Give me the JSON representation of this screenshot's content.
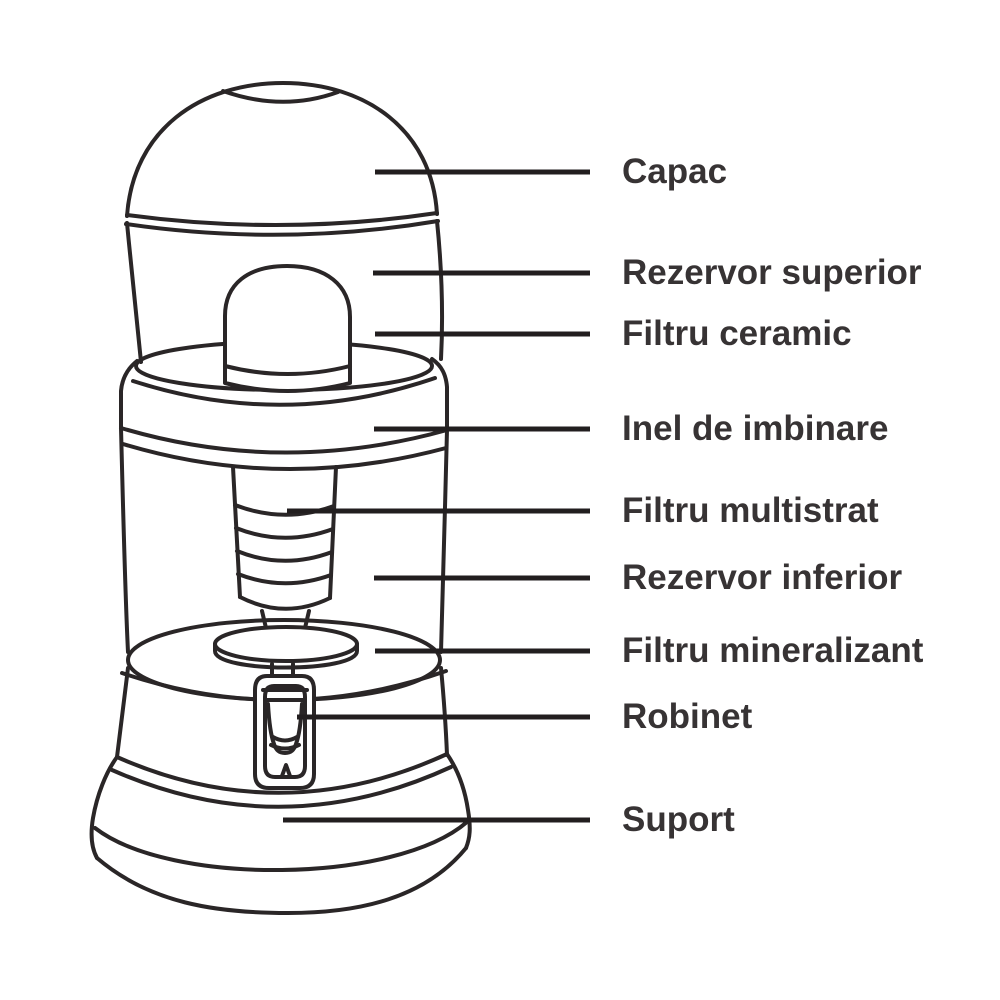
{
  "diagram": {
    "background": "#ffffff",
    "line_color": "#2a2627",
    "leader_color": "#221e1f",
    "text_color": "#373334",
    "labels": [
      {
        "id": "capac",
        "text": "Capac"
      },
      {
        "id": "rezervor-superior",
        "text": "Rezervor superior"
      },
      {
        "id": "filtru-ceramic",
        "text": "Filtru ceramic"
      },
      {
        "id": "inel-de-imbinare",
        "text": "Inel de imbinare"
      },
      {
        "id": "filtru-multistrat",
        "text": "Filtru multistrat"
      },
      {
        "id": "rezervor-inferior",
        "text": "Rezervor inferior"
      },
      {
        "id": "filtru-mineralizant",
        "text": "Filtru mineralizant"
      },
      {
        "id": "robinet",
        "text": "Robinet"
      },
      {
        "id": "suport",
        "text": "Suport"
      }
    ]
  }
}
